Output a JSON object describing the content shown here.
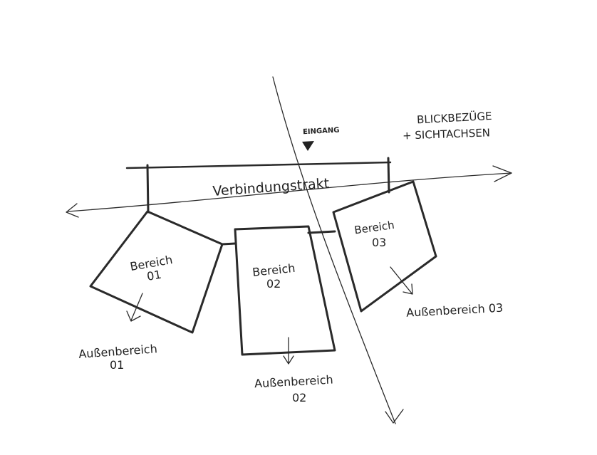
{
  "sight_axes_label": {
    "line1": "BLICKBEZÜGE",
    "line2": "+ SICHTACHSEN"
  },
  "entrance": {
    "label": "EINGANG"
  },
  "connector": {
    "label": "Verbindungstrakt"
  },
  "areas": [
    {
      "name": "Bereich",
      "number": "01",
      "outdoor": "Außenbereich",
      "outdoor_number": "01"
    },
    {
      "name": "Bereich",
      "number": "02",
      "outdoor": "Außenbereich",
      "outdoor_number": "02"
    },
    {
      "name": "Bereich",
      "number": "03",
      "outdoor": "Außenbereich 03"
    }
  ],
  "colors": {
    "ink": "#2a2a2a",
    "paper": "#ffffff"
  }
}
